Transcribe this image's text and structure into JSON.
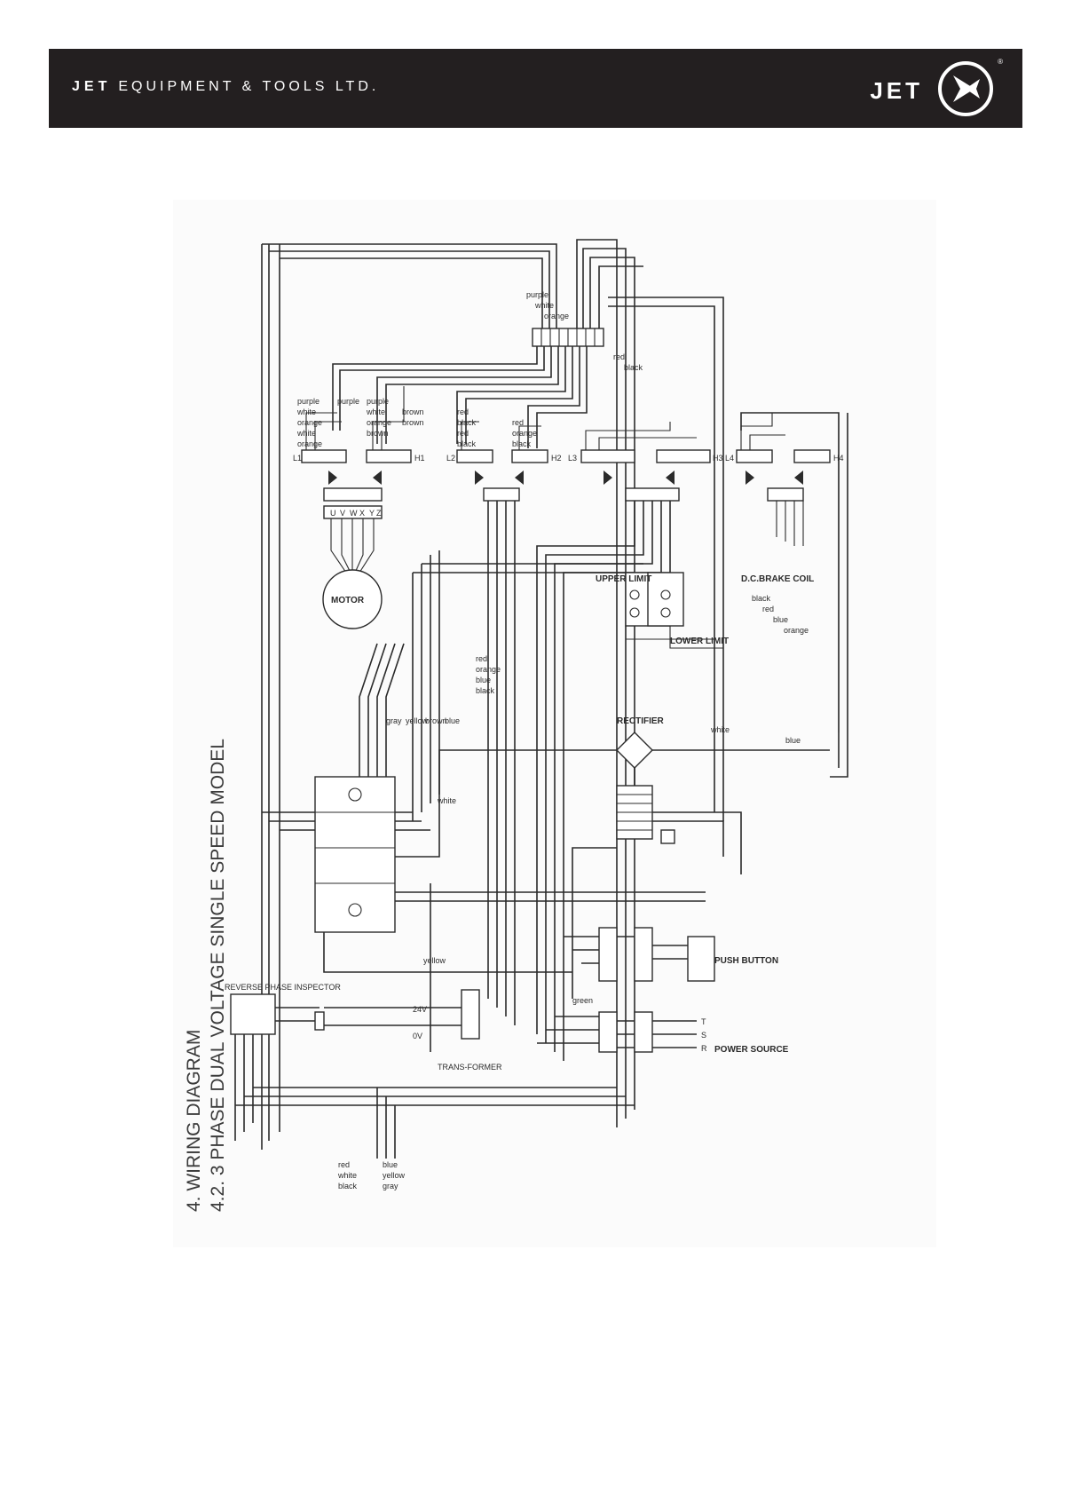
{
  "header": {
    "brand_bold": "JET",
    "brand_text": "EQUIPMENT & TOOLS LTD.",
    "logo_text": "JET",
    "registered": "®"
  },
  "title": {
    "line1": "4. WIRING DIAGRAM",
    "line2": "4.2. 3 PHASE DUAL VOLTAGE SINGLE SPEED MODEL"
  },
  "diagram": {
    "motor": "MOTOR",
    "rectifier": "RECTIFIER",
    "upper_limit": "UPPER LIMIT",
    "lower_limit": "LOWER LIMIT",
    "brake_coil": "D.C.BRAKE COIL",
    "reverse_phase": "REVERSE PHASE INSPECTOR",
    "transformer": "TRANS-FORMER",
    "push_button": "PUSH BUTTON",
    "power_source": "POWER SOURCE",
    "v24": "24V",
    "v0": "0V",
    "terminals": [
      "L1",
      "H1",
      "L2",
      "H2",
      "L3",
      "H3",
      "L4",
      "H4"
    ],
    "motor_terminals": [
      "U",
      "V",
      "W",
      "X",
      "Y",
      "Z"
    ],
    "wire_colors_a": [
      "purple",
      "white",
      "orange",
      "white",
      "orange",
      "purple"
    ],
    "wire_colors_b": [
      "purple",
      "white",
      "orange",
      "brown",
      "brown",
      "brown"
    ],
    "wire_colors_c": [
      "red",
      "black",
      "red",
      "black"
    ],
    "wire_colors_d": [
      "red",
      "orange",
      "black"
    ],
    "brake_colors": [
      "black",
      "red",
      "blue",
      "orange"
    ],
    "top_colors": [
      "purple",
      "white",
      "orange"
    ],
    "mid_colors": [
      "red",
      "orange",
      "blue",
      "black"
    ],
    "inspector_colors_1": [
      "red",
      "white",
      "black"
    ],
    "inspector_colors_2": [
      "blue",
      "yellow",
      "gray"
    ],
    "line_colors": [
      "gray",
      "yellow",
      "brown",
      "blue"
    ],
    "misc": {
      "red": "red",
      "black": "black",
      "white": "white",
      "yellow": "yellow",
      "green": "green",
      "blue": "blue"
    },
    "power_letters": [
      "T",
      "S",
      "R"
    ]
  }
}
